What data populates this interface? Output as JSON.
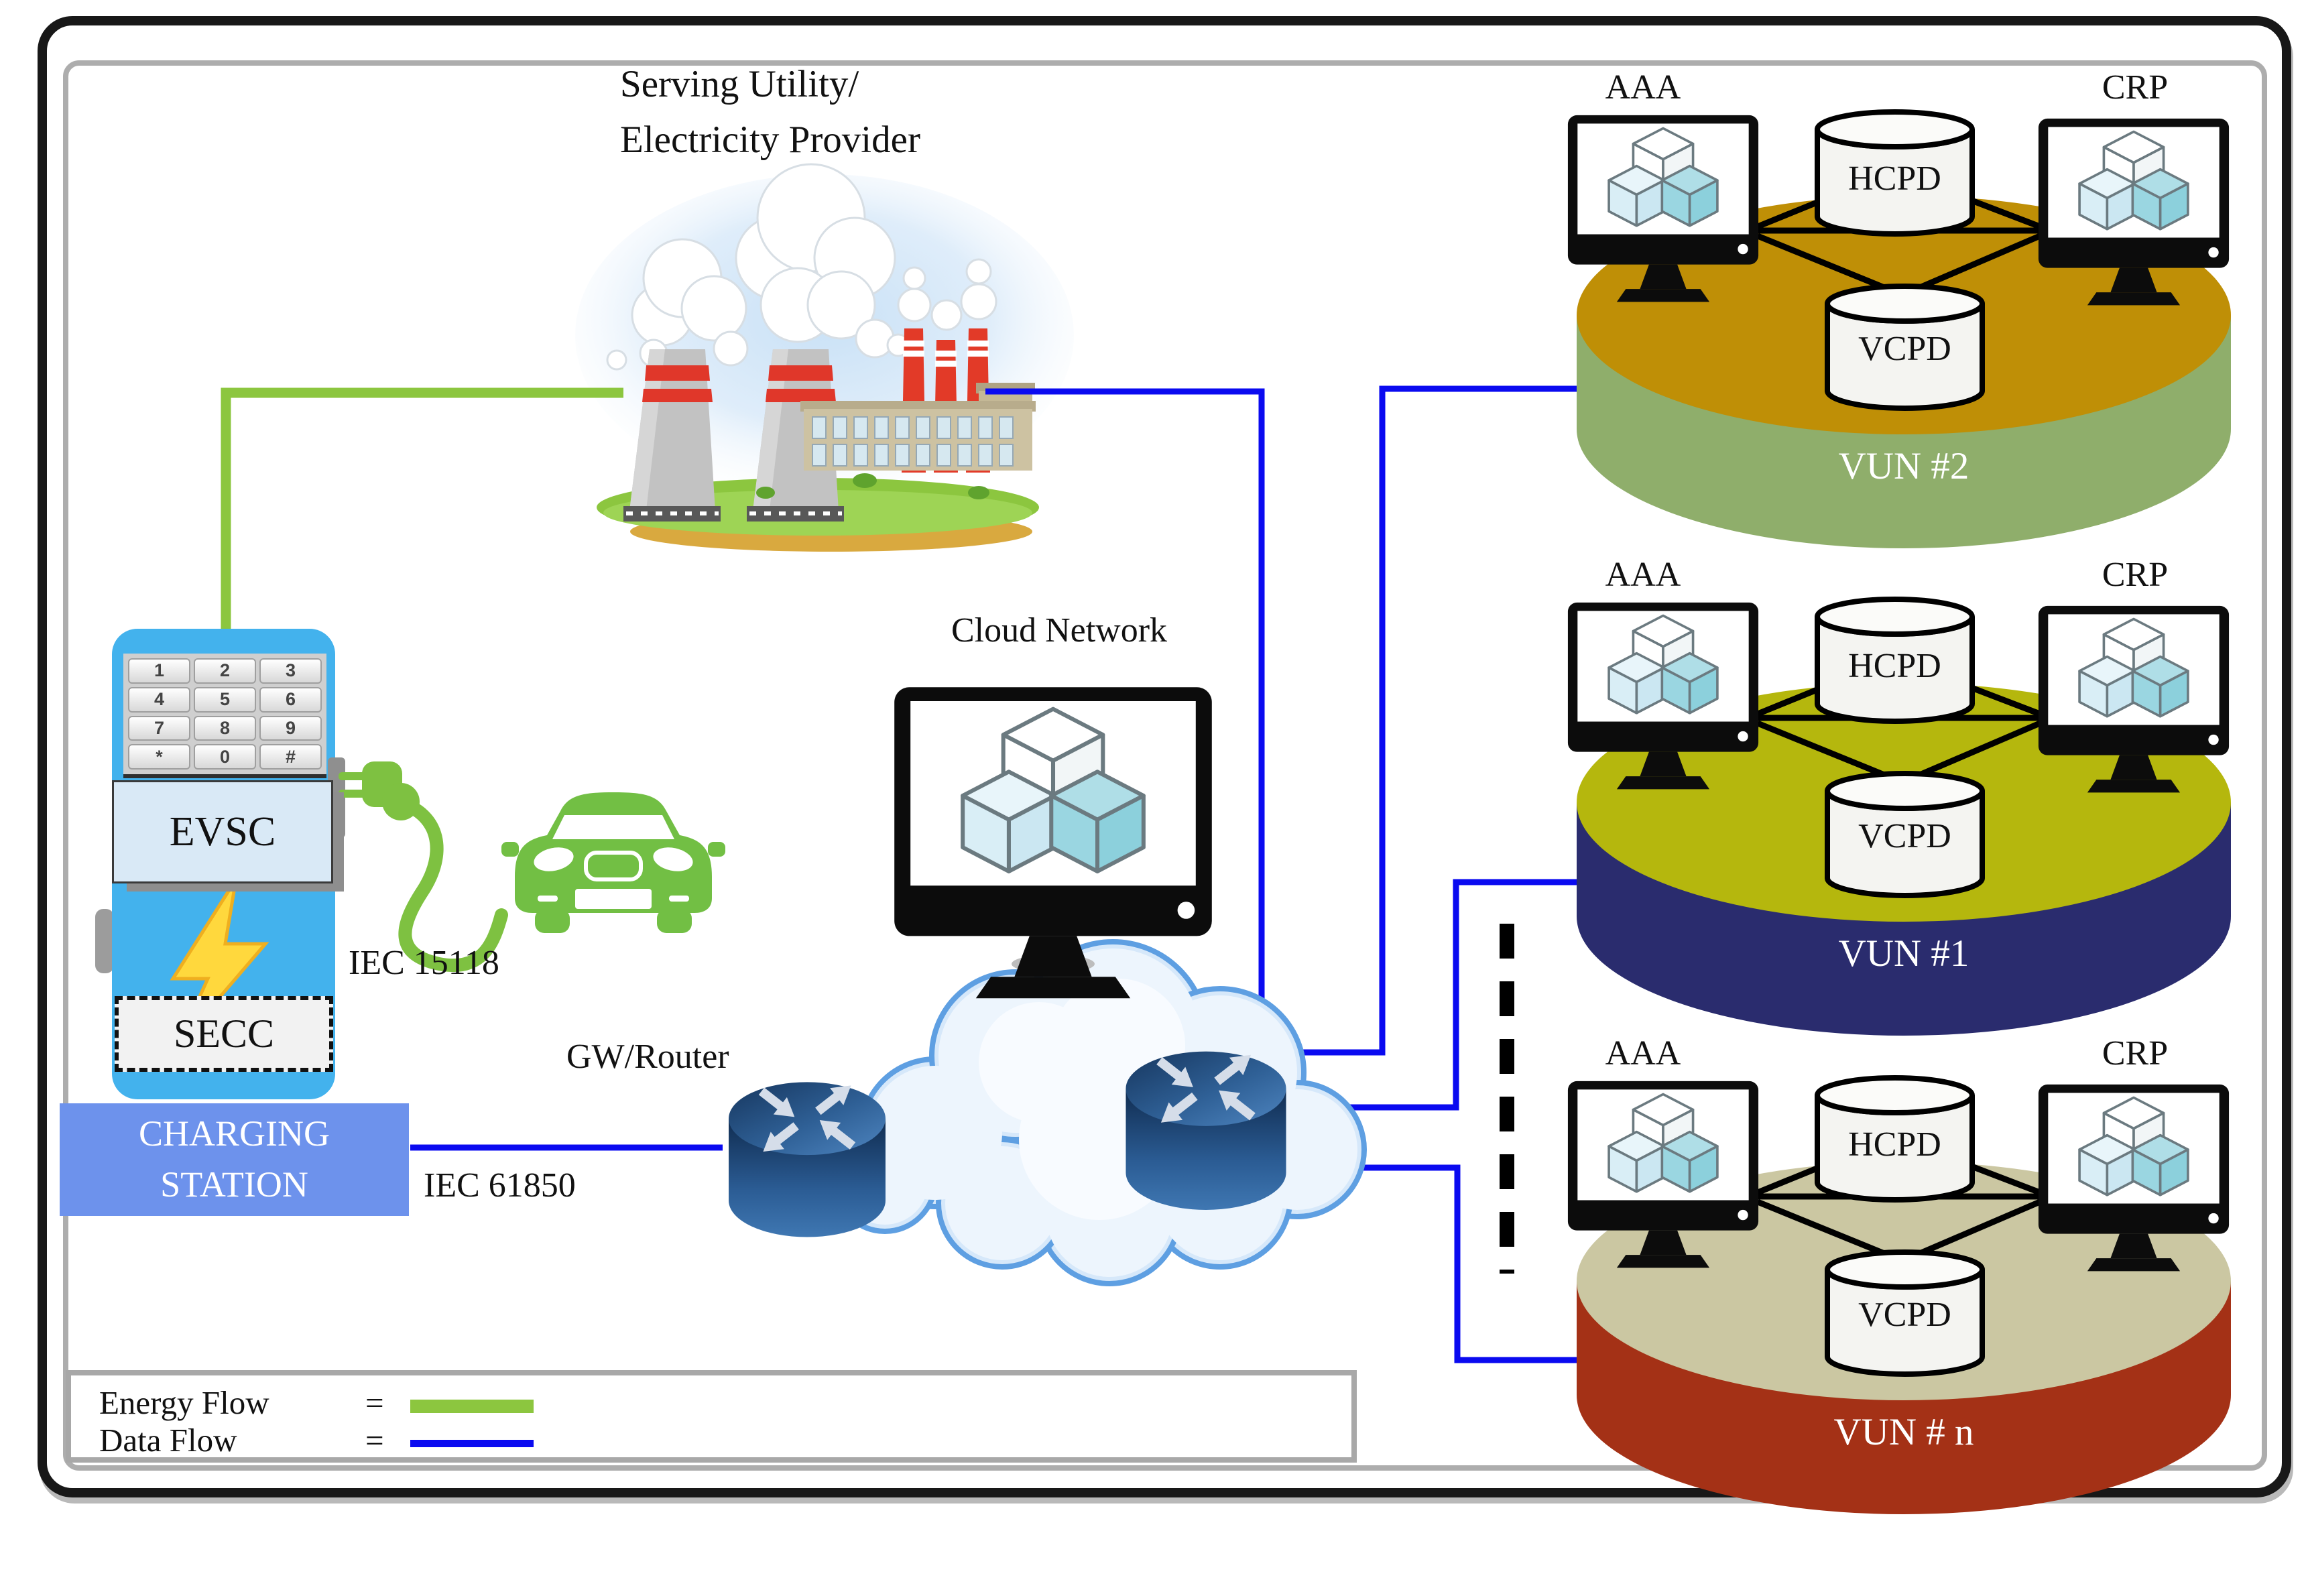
{
  "title": {
    "line1": "Serving Utility/",
    "line2": "Electricity Provider"
  },
  "station": {
    "keys": [
      "1",
      "2",
      "3",
      "4",
      "5",
      "6",
      "7",
      "8",
      "9",
      "*",
      "0",
      "#"
    ],
    "evsc": "EVSC",
    "secc": "SECC",
    "name_line1": "CHARGING",
    "name_line2": "STATION"
  },
  "labels": {
    "iec_15118": "IEC 15118",
    "iec_61850": "IEC 61850",
    "gw_router": "GW/Router",
    "cloud_network": "Cloud Network"
  },
  "vuns": [
    {
      "name": "VUN #2",
      "aaa": "AAA",
      "crp": "CRP",
      "hcpd": "HCPD",
      "vcpd": "VCPD",
      "top_color": "#BF8F06",
      "side_color": "#8FAE6B"
    },
    {
      "name": "VUN #1",
      "aaa": "AAA",
      "crp": "CRP",
      "hcpd": "HCPD",
      "vcpd": "VCPD",
      "top_color": "#B5B70D",
      "side_color": "#2A2C6E"
    },
    {
      "name": "VUN # n",
      "aaa": "AAA",
      "crp": "CRP",
      "hcpd": "HCPD",
      "vcpd": "VCPD",
      "top_color": "#CBC7A2",
      "side_color": "#A43116"
    }
  ],
  "legend": {
    "energy_label": "Energy Flow",
    "data_label": "Data Flow",
    "equals": "=",
    "energy_color": "#8CC63F",
    "data_color": "#0A0AF0"
  }
}
